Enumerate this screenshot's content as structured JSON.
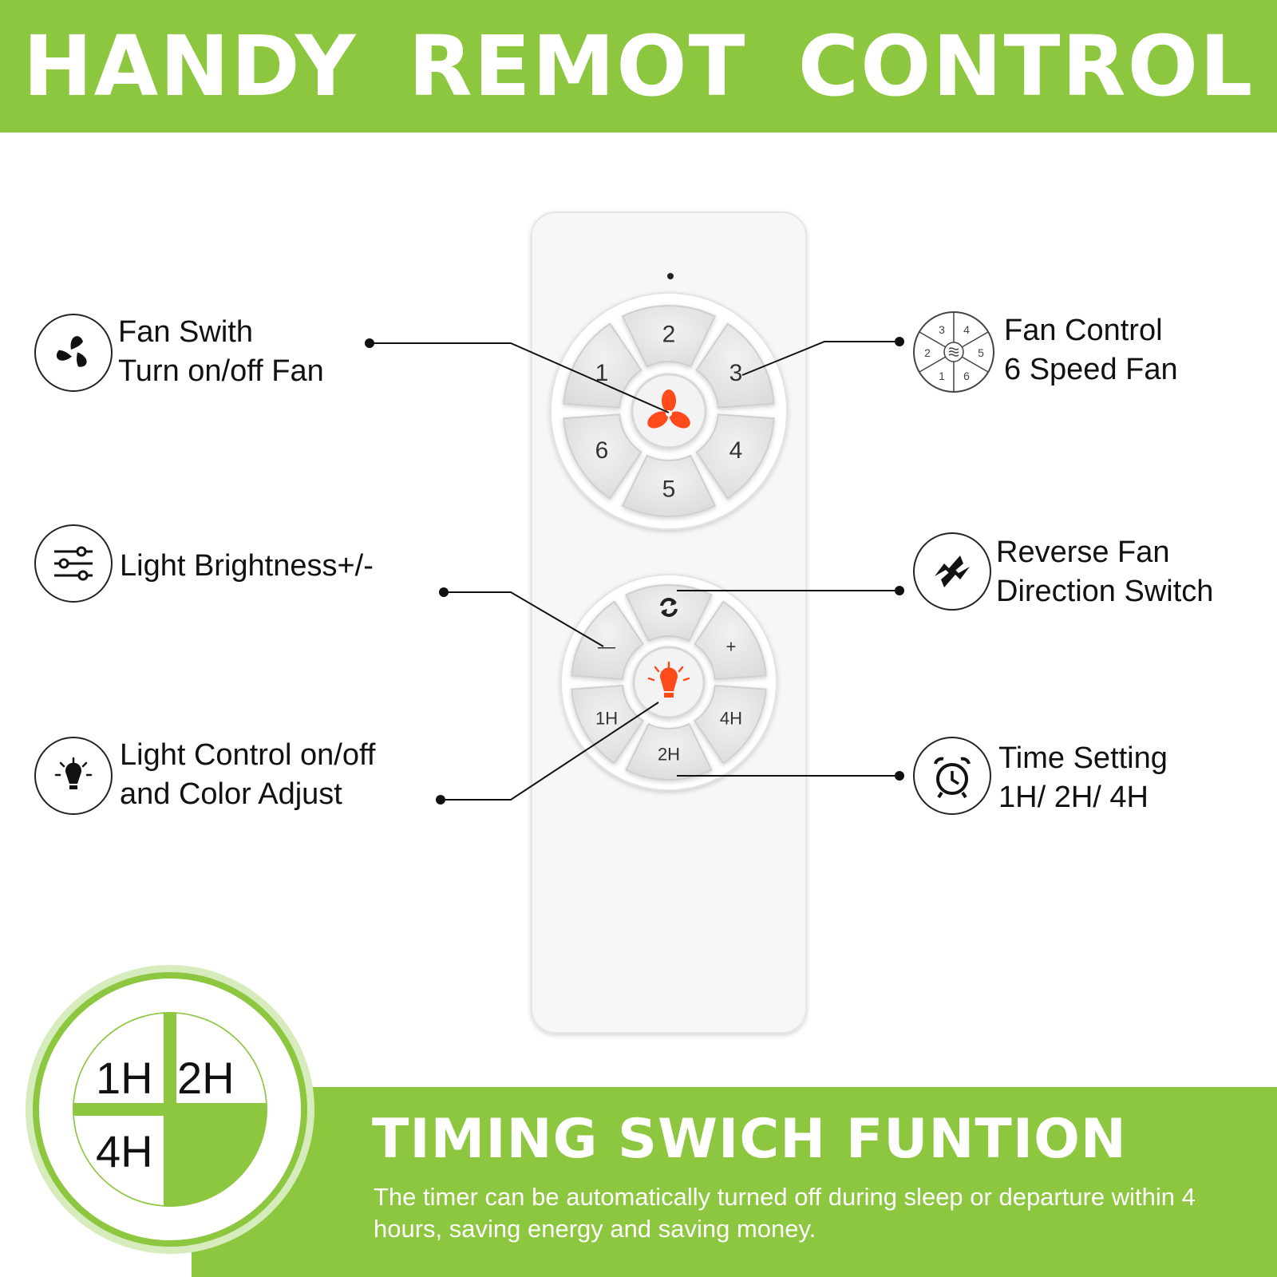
{
  "header": {
    "title": "HANDY  REMOT  CONTROL"
  },
  "colors": {
    "brand_green": "#8dc63f",
    "accent_orange": "#ff4a1c"
  },
  "features": {
    "fan_switch": {
      "icon": "fan-icon",
      "line1": "Fan Swith",
      "line2": "Turn on/off Fan"
    },
    "brightness": {
      "icon": "sliders-icon",
      "line1": "Light Brightness+/-"
    },
    "light_control": {
      "icon": "bulb-icon",
      "line1": "Light Control on/off",
      "line2": "and Color Adjust"
    },
    "fan_control": {
      "icon": "speed-dial-icon",
      "line1": "Fan Control",
      "line2": "6 Speed Fan",
      "dial_numbers": [
        "3",
        "4",
        "2",
        "5",
        "1",
        "6"
      ]
    },
    "reverse": {
      "icon": "reverse-arrows-icon",
      "line1": "Reverse Fan",
      "line2": "Direction Switch"
    },
    "timer": {
      "icon": "alarm-clock-icon",
      "line1": "Time Setting",
      "line2": "1H/ 2H/ 4H"
    }
  },
  "remote": {
    "fan_buttons": [
      "2",
      "3",
      "4",
      "5",
      "6",
      "1"
    ],
    "light_buttons": {
      "minus": "—",
      "plus": "+",
      "t1": "1H",
      "t2": "2H",
      "t4": "4H"
    }
  },
  "timing": {
    "title": "TIMING SWICH FUNTION",
    "description": "The timer can be automatically turned off during sleep or departure within 4 hours, saving energy and saving money.",
    "quadrants": [
      "1H",
      "2H",
      "4H"
    ]
  }
}
